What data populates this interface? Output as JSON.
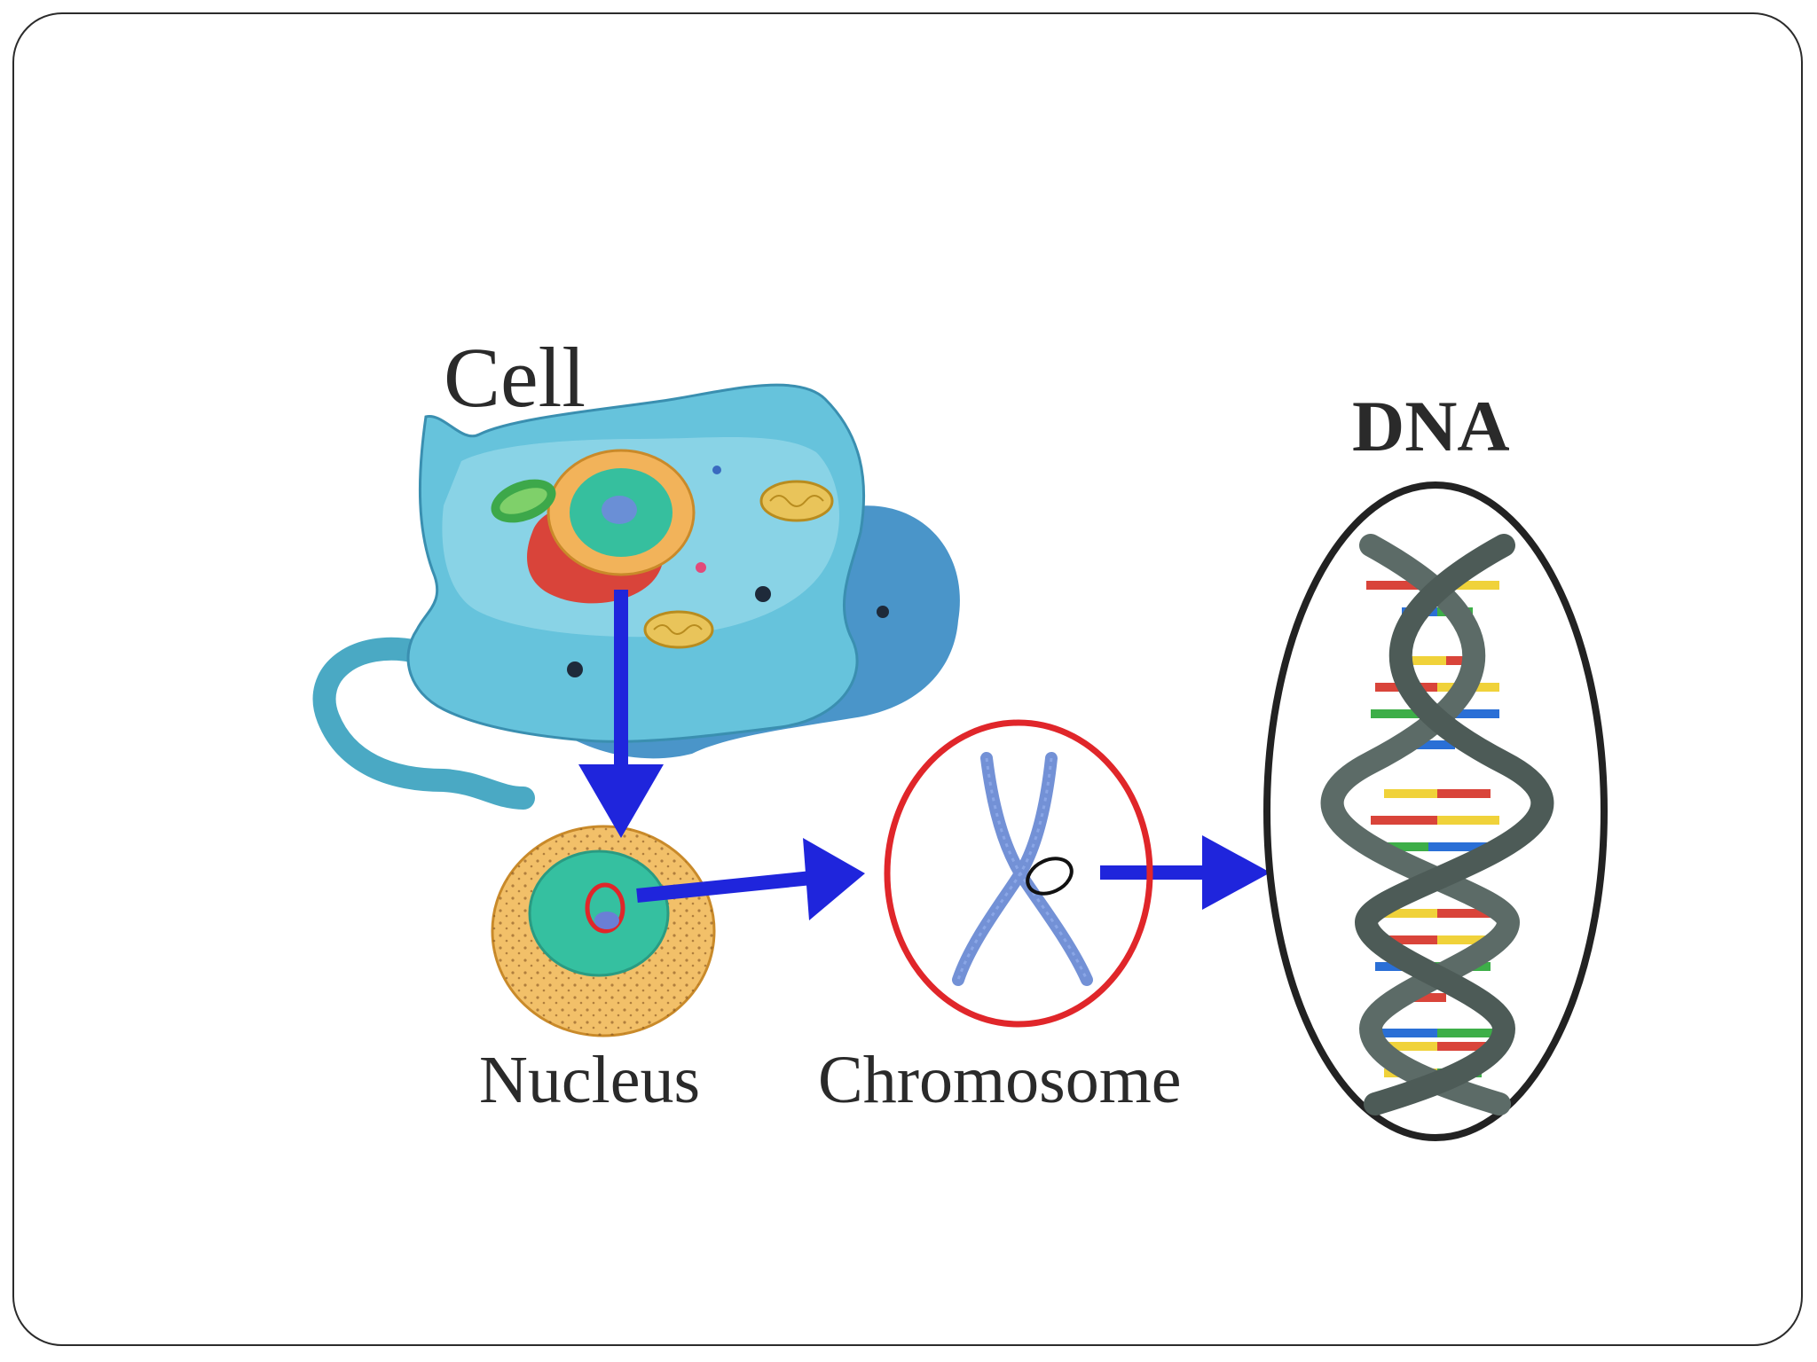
{
  "labels": {
    "cell": "Cell",
    "dna": "DNA",
    "nucleus": "Nucleus",
    "chromosome": "Chromosome"
  },
  "colors": {
    "arrow": "#1f25dc",
    "chromosome_outline": "#e0262a",
    "dna_outline": "#222222",
    "cell_body": "#66c3dc",
    "cell_shadow": "#4a95c9",
    "nucleus_outer": "#f4c46e",
    "nucleus_inner": "#33bfa2",
    "dna_strand": "#5c6b67"
  },
  "icons": {
    "cell": "animal-cell-illustration",
    "nucleus": "nucleus-illustration",
    "chromosome": "chromosome-illustration",
    "dna": "dna-double-helix-illustration"
  }
}
